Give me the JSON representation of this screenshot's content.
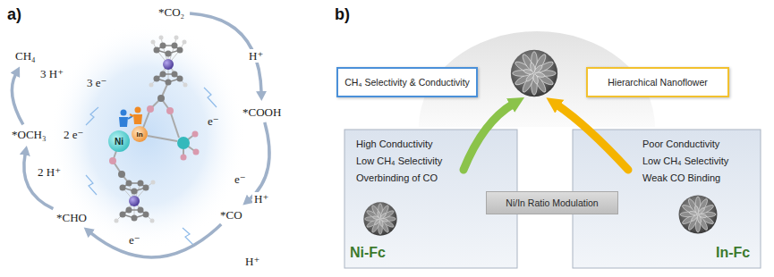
{
  "diagram": {
    "nodes": [
      {
        "text": [
          "CH₄"
        ]
      },
      {
        "text": [
          "*CO₂"
        ]
      },
      {
        "text": [
          "Ni"
        ]
      },
      {
        "text": [
          "In"
        ]
      },
      {
        "text": [
          "*COOH"
        ]
      },
      {
        "text": [
          "*OCH₃"
        ]
      },
      {
        "text": [
          "*CHO"
        ]
      },
      {
        "text": [
          "*CO"
        ]
      },
      {
        "text": [
          "CH₄ Selectivity & Conductivity"
        ]
      },
      {
        "text": [
          "Hierarchical Nanoflower"
        ]
      },
      {
        "text": [
          "High Conductivity",
          "Low CH₄ Selectivity",
          "Overbinding of CO",
          "Ni-Fc"
        ]
      },
      {
        "text": [
          "Ni/In Ratio Modulation"
        ]
      },
      {
        "text": [
          "Poor Conductivity",
          "Low CH₄ Selectivity",
          "Weak CO Binding",
          "In-Fc"
        ]
      }
    ],
    "edges": [
      {
        "from": 1,
        "to": 4,
        "arrow": "to",
        "label": "H⁺"
      },
      {
        "from": 4,
        "to": 7,
        "arrow": "to",
        "label": "H⁺"
      },
      {
        "from": 7,
        "to": 6,
        "arrow": "to",
        "label": "H⁺"
      },
      {
        "from": 6,
        "to": 5,
        "arrow": "to",
        "label": "2 H⁺"
      },
      {
        "from": 5,
        "to": 0,
        "arrow": "to",
        "label": "3 H⁺"
      }
    ],
    "labels": [
      "a)",
      "b)",
      "e⁻",
      "e⁻",
      "e⁻",
      "2 e⁻",
      "3 e⁻"
    ]
  }
}
